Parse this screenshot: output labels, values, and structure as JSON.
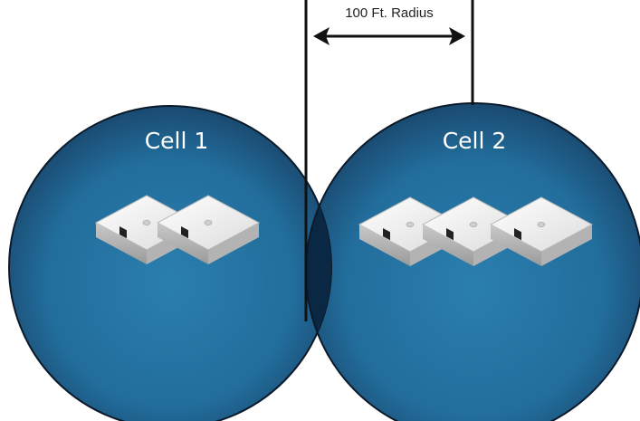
{
  "diagram": {
    "measurement_label": "100 Ft. Radius",
    "cells": [
      {
        "label": "Cell 1",
        "access_point_count": 2
      },
      {
        "label": "Cell 2",
        "access_point_count": 3
      }
    ],
    "colors": {
      "cell_center": "#2a7fae",
      "cell_edge": "#1a4a70",
      "cell_outline": "#0b1a2a",
      "overlap": "#0a2744",
      "lines": "#111111",
      "device_body": "#f2f2f2"
    }
  }
}
